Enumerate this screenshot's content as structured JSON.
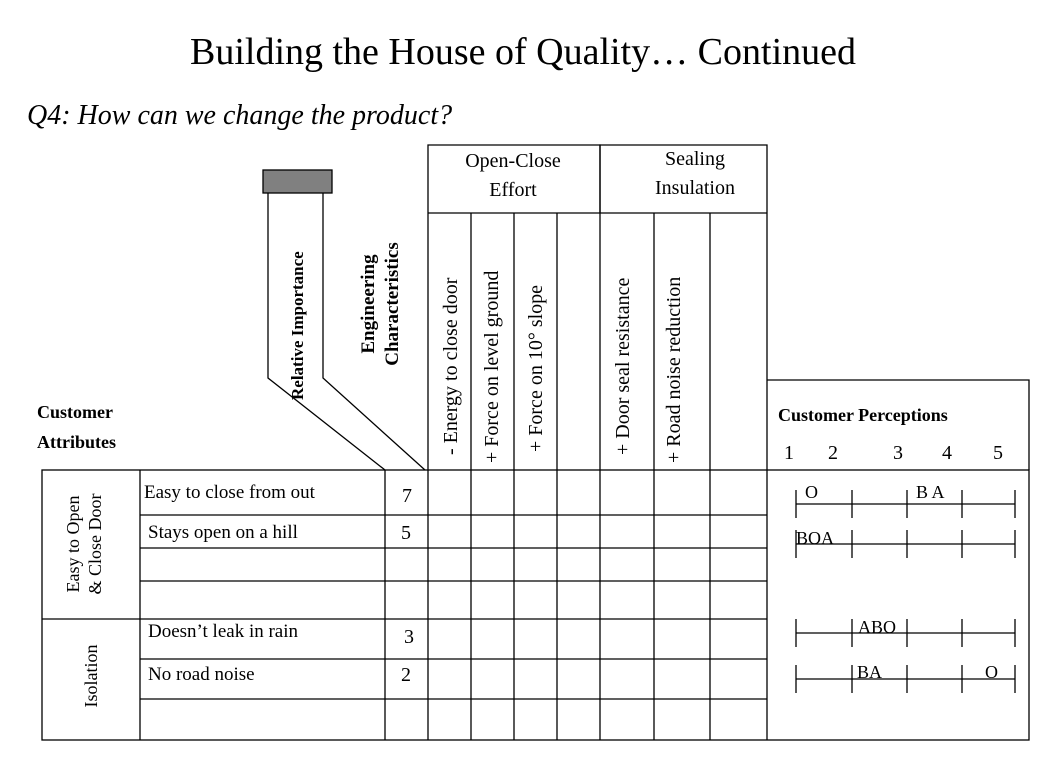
{
  "title": "Building the House of Quality… Continued",
  "subtitle": "Q4: How can we change the product?",
  "groups": [
    {
      "line1": "Open-Close",
      "line2": "Effort"
    },
    {
      "line1": "Sealing",
      "line2": "Insulation"
    }
  ],
  "relative_importance_label": "Relative Importance",
  "engineering_label": {
    "line1": "Engineering",
    "line2": "Characteristics"
  },
  "characteristics": [
    "- Energy to close door",
    "+ Force on level ground",
    "+ Force on 10° slope",
    "+ Door seal resistance",
    "+ Road noise reduction"
  ],
  "customer_attributes_label": {
    "line1": "Customer",
    "line2": "Attributes"
  },
  "customer_perceptions_label": "Customer Perceptions",
  "scale": [
    "1",
    "2",
    "3",
    "4",
    "5"
  ],
  "categories": [
    {
      "line1": "Easy to Open",
      "line2": "& Close Door"
    },
    {
      "line1": "Isolation",
      "line2": ""
    }
  ],
  "attributes": [
    {
      "label": "Easy to close from out",
      "importance": "7",
      "marks": [
        "O",
        "B A"
      ]
    },
    {
      "label": "Stays open on a hill",
      "importance": "5",
      "marks": [
        "BOA"
      ]
    },
    {
      "label": "Doesn’t leak in rain",
      "importance": "3",
      "marks": [
        "ABO"
      ]
    },
    {
      "label": "No road noise",
      "importance": "2",
      "marks": [
        "BA",
        "O"
      ]
    }
  ]
}
